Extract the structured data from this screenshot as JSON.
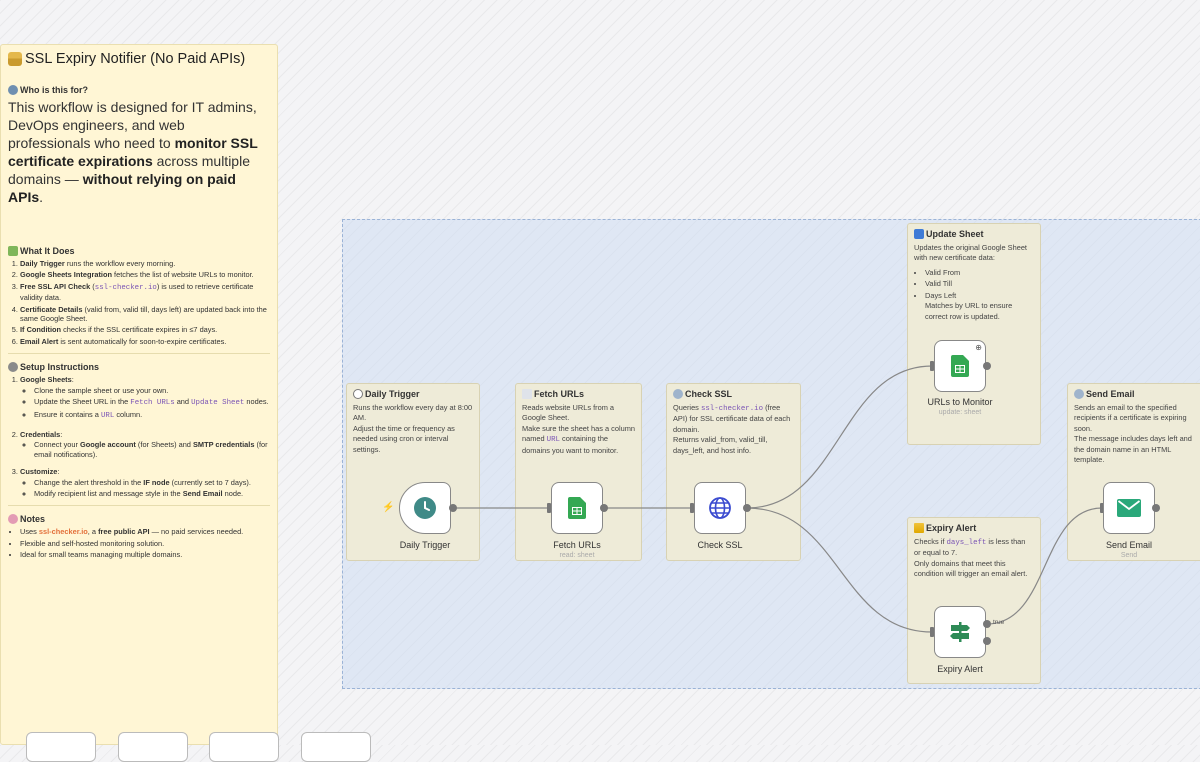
{
  "main_note": {
    "title": "SSL Expiry Notifier (No Paid APIs)",
    "who_heading": "Who is this for?",
    "intro_1": "This workflow is designed for IT admins, DevOps engineers, and web professionals who need to ",
    "intro_bold_1": "monitor SSL certificate expirations",
    "intro_2": " across multiple domains — ",
    "intro_bold_2": "without relying on paid APIs",
    "intro_3": ".",
    "what_heading": "What It Does",
    "what_items": [
      {
        "bold": "Daily Trigger",
        "text": " runs the workflow every morning."
      },
      {
        "bold": "Google Sheets Integration",
        "text": " fetches the list of website URLs to monitor."
      },
      {
        "bold": "Free SSL API Check",
        "text_pre": " (",
        "code": "ssl-checker.io",
        "text": ") is used to retrieve certificate validity data."
      },
      {
        "bold": "Certificate Details",
        "text": " (valid from, valid till, days left) are updated back into the same Google Sheet."
      },
      {
        "bold": "If Condition",
        "text": " checks if the SSL certificate expires in ≤7 days."
      },
      {
        "bold": "Email Alert",
        "text": " is sent automatically for soon-to-expire certificates."
      }
    ],
    "setup_heading": "Setup Instructions",
    "setup_1_title": "Google Sheets",
    "setup_1_a": "Clone the sample sheet or use your own.",
    "setup_1_b_pre": "Update the Sheet URL in the ",
    "setup_1_b_code1": "Fetch URLs",
    "setup_1_b_mid": " and ",
    "setup_1_b_code2": "Update Sheet",
    "setup_1_b_post": " nodes.",
    "setup_1_c_pre": "Ensure it contains a ",
    "setup_1_c_code": "URL",
    "setup_1_c_post": " column.",
    "setup_2_title": "Credentials",
    "setup_2_a_pre": "Connect your ",
    "setup_2_a_b1": "Google account",
    "setup_2_a_mid": " (for Sheets) and ",
    "setup_2_a_b2": "SMTP credentials",
    "setup_2_a_post": " (for email notifications).",
    "setup_3_title": "Customize",
    "setup_3_a_pre": "Change the alert threshold in the ",
    "setup_3_a_b": "IF node",
    "setup_3_a_post": " (currently set to 7 days).",
    "setup_3_b_pre": "Modify recipient list and message style in the ",
    "setup_3_b_b": "Send Email",
    "setup_3_b_post": " node.",
    "notes_heading": "Notes",
    "notes_1_pre": "Uses ",
    "notes_1_link": "ssl-checker.io",
    "notes_1_mid": ", a ",
    "notes_1_b": "free public API",
    "notes_1_post": " — no paid services needed.",
    "notes_2": "Flexible and self-hosted monitoring solution.",
    "notes_3": "Ideal for small teams managing multiple domains."
  },
  "notes": {
    "daily": {
      "title": "Daily Trigger",
      "text": "Runs the workflow every day at 8:00 AM.\nAdjust the time or frequency as needed using cron or interval settings."
    },
    "fetch": {
      "title": "Fetch URLs",
      "text_pre": "Reads website URLs from a Google Sheet.\nMake sure the sheet has a column named ",
      "code": "URL",
      "text_post": " containing the domains you want to monitor."
    },
    "check": {
      "title": "Check SSL",
      "text_pre": "Queries ",
      "code": "ssl-checker.io",
      "text_post": " (free API) for SSL certificate data of each domain.\nReturns valid_from, valid_till, days_left, and host info."
    },
    "update": {
      "title": "Update Sheet",
      "text": "Updates the original Google Sheet with new certificate data:",
      "items": [
        "Valid From",
        "Valid Till",
        "Days Left"
      ],
      "text_after": "Matches by URL to ensure correct row is updated."
    },
    "expiry": {
      "title": "Expiry Alert",
      "text_pre": "Checks if ",
      "code": "days_left",
      "text_post": " is less than or equal to 7.\nOnly domains that meet this condition will trigger an email alert."
    },
    "send": {
      "title": "Send Email",
      "text": "Sends an email to the specified recipients if a certificate is expiring soon.\nThe message includes days left and the domain name in an HTML template."
    }
  },
  "nodes": {
    "daily": {
      "label": "Daily Trigger",
      "sub": ""
    },
    "fetch": {
      "label": "Fetch URLs",
      "sub": "read: sheet"
    },
    "check": {
      "label": "Check SSL",
      "sub": ""
    },
    "update": {
      "label": "URLs to Monitor",
      "sub": "update: sheet"
    },
    "expiry": {
      "label": "Expiry Alert",
      "sub": "",
      "true_label": "true"
    },
    "send": {
      "label": "Send Email",
      "sub": "Send"
    }
  },
  "colors": {
    "sticky_bg": "#fff6d5",
    "node_note_bg": "#eeebd8",
    "group_bg": "#cddcf3",
    "sheets_green": "#34a853",
    "globe_blue": "#3b4bd0",
    "clock_teal": "#3f8a87",
    "email_green": "#2aa87a",
    "alert_green": "#2e8b57"
  },
  "icons": [
    "lock-icon",
    "user-icon",
    "money-icon",
    "gear-icon",
    "brain-icon",
    "clock-icon",
    "sheets-icon",
    "globe-icon",
    "magnifier-icon",
    "refresh-icon",
    "warning-icon",
    "email-icon",
    "signpost-icon",
    "lightning-icon"
  ]
}
